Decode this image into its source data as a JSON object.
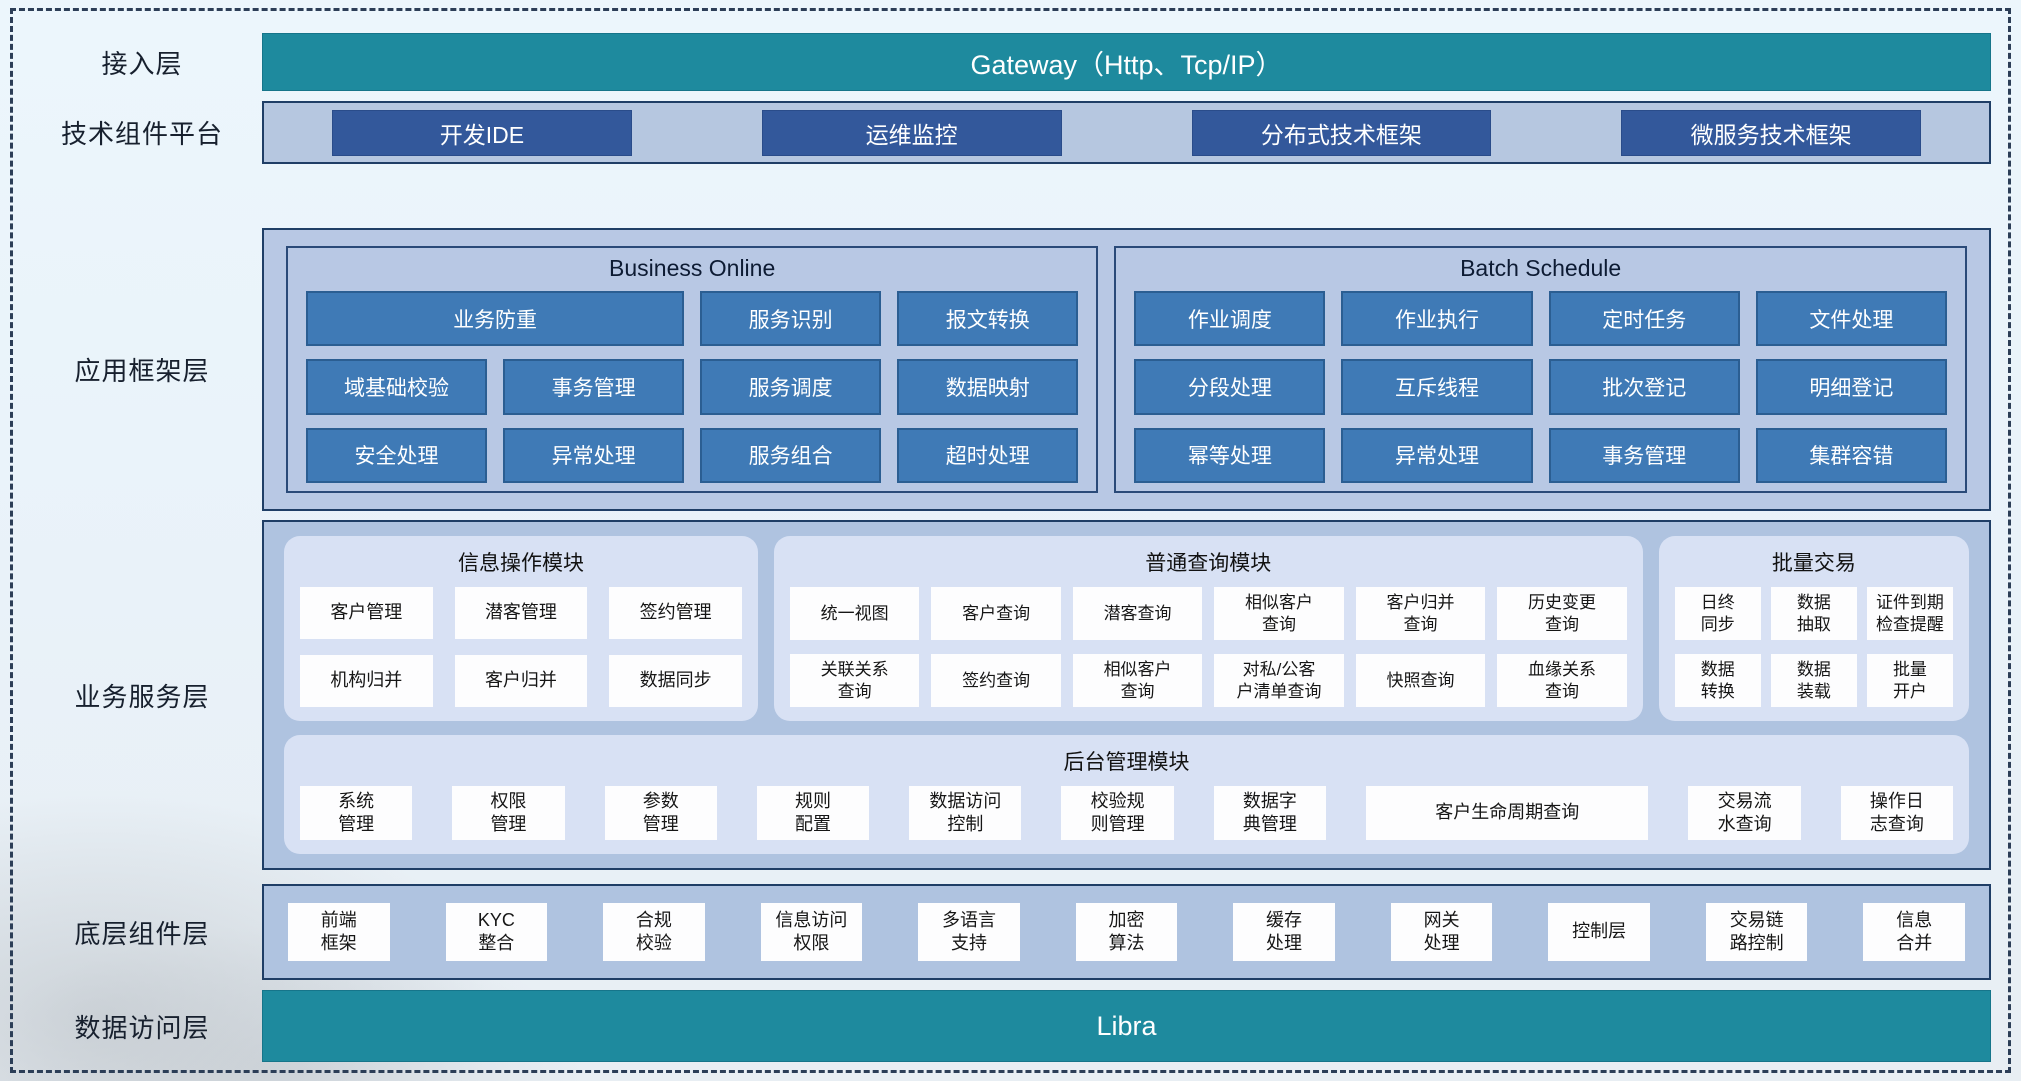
{
  "colors": {
    "teal_bar": "#1E8A9E",
    "dark_blue_button": "#33589B",
    "steel_blue_button": "#3F7AB6",
    "panel_blue": "#B6C7E0",
    "module_panel_blue": "#D8E1F4",
    "navy_border": "#1F3E66",
    "white_button": "#FDFDFE"
  },
  "access_layer": {
    "label": "接入层",
    "gateway": "Gateway（Http、Tcp/IP）"
  },
  "tech_platform": {
    "label": "技术组件平台",
    "items": [
      "开发IDE",
      "运维监控",
      "分布式技术框架",
      "微服务技术框架"
    ]
  },
  "app_framework": {
    "label": "应用框架层",
    "business_online": {
      "title": "Business Online",
      "items": [
        "业务防重",
        "服务识别",
        "报文转换",
        "域基础校验",
        "事务管理",
        "服务调度",
        "数据映射",
        "安全处理",
        "异常处理",
        "服务组合",
        "超时处理"
      ]
    },
    "batch_schedule": {
      "title": "Batch Schedule",
      "items": [
        "作业调度",
        "作业执行",
        "定时任务",
        "文件处理",
        "分段处理",
        "互斥线程",
        "批次登记",
        "明细登记",
        "幂等处理",
        "异常处理",
        "事务管理",
        "集群容错"
      ]
    }
  },
  "business_service": {
    "label": "业务服务层",
    "info_module": {
      "title": "信息操作模块",
      "items": [
        "客户管理",
        "潜客管理",
        "签约管理",
        "机构归并",
        "客户归并",
        "数据同步"
      ]
    },
    "query_module": {
      "title": "普通查询模块",
      "items": [
        "统一视图",
        "客户查询",
        "潜客查询",
        "相似客户\n查询",
        "客户归并\n查询",
        "历史变更\n查询",
        "关联关系\n查询",
        "签约查询",
        "相似客户\n查询",
        "对私/公客\n户清单查询",
        "快照查询",
        "血缘关系\n查询"
      ]
    },
    "batch_module": {
      "title": "批量交易",
      "items": [
        "日终\n同步",
        "数据\n抽取",
        "证件到期\n检查提醒",
        "数据\n转换",
        "数据\n装载",
        "批量\n开户"
      ]
    },
    "admin_module": {
      "title": "后台管理模块",
      "items": [
        "系统\n管理",
        "权限\n管理",
        "参数\n管理",
        "规则\n配置",
        "数据访问\n控制",
        "校验规\n则管理",
        "数据字\n典管理",
        "客户生命周期查询",
        "交易流\n水查询",
        "操作日\n志查询"
      ]
    }
  },
  "component_layer": {
    "label": "底层组件层",
    "items": [
      "前端\n框架",
      "KYC\n整合",
      "合规\n校验",
      "信息访问\n权限",
      "多语言\n支持",
      "加密\n算法",
      "缓存\n处理",
      "网关\n处理",
      "控制层",
      "交易链\n路控制",
      "信息\n合并"
    ]
  },
  "data_access_layer": {
    "label": "数据访问层",
    "bar": "Libra"
  }
}
